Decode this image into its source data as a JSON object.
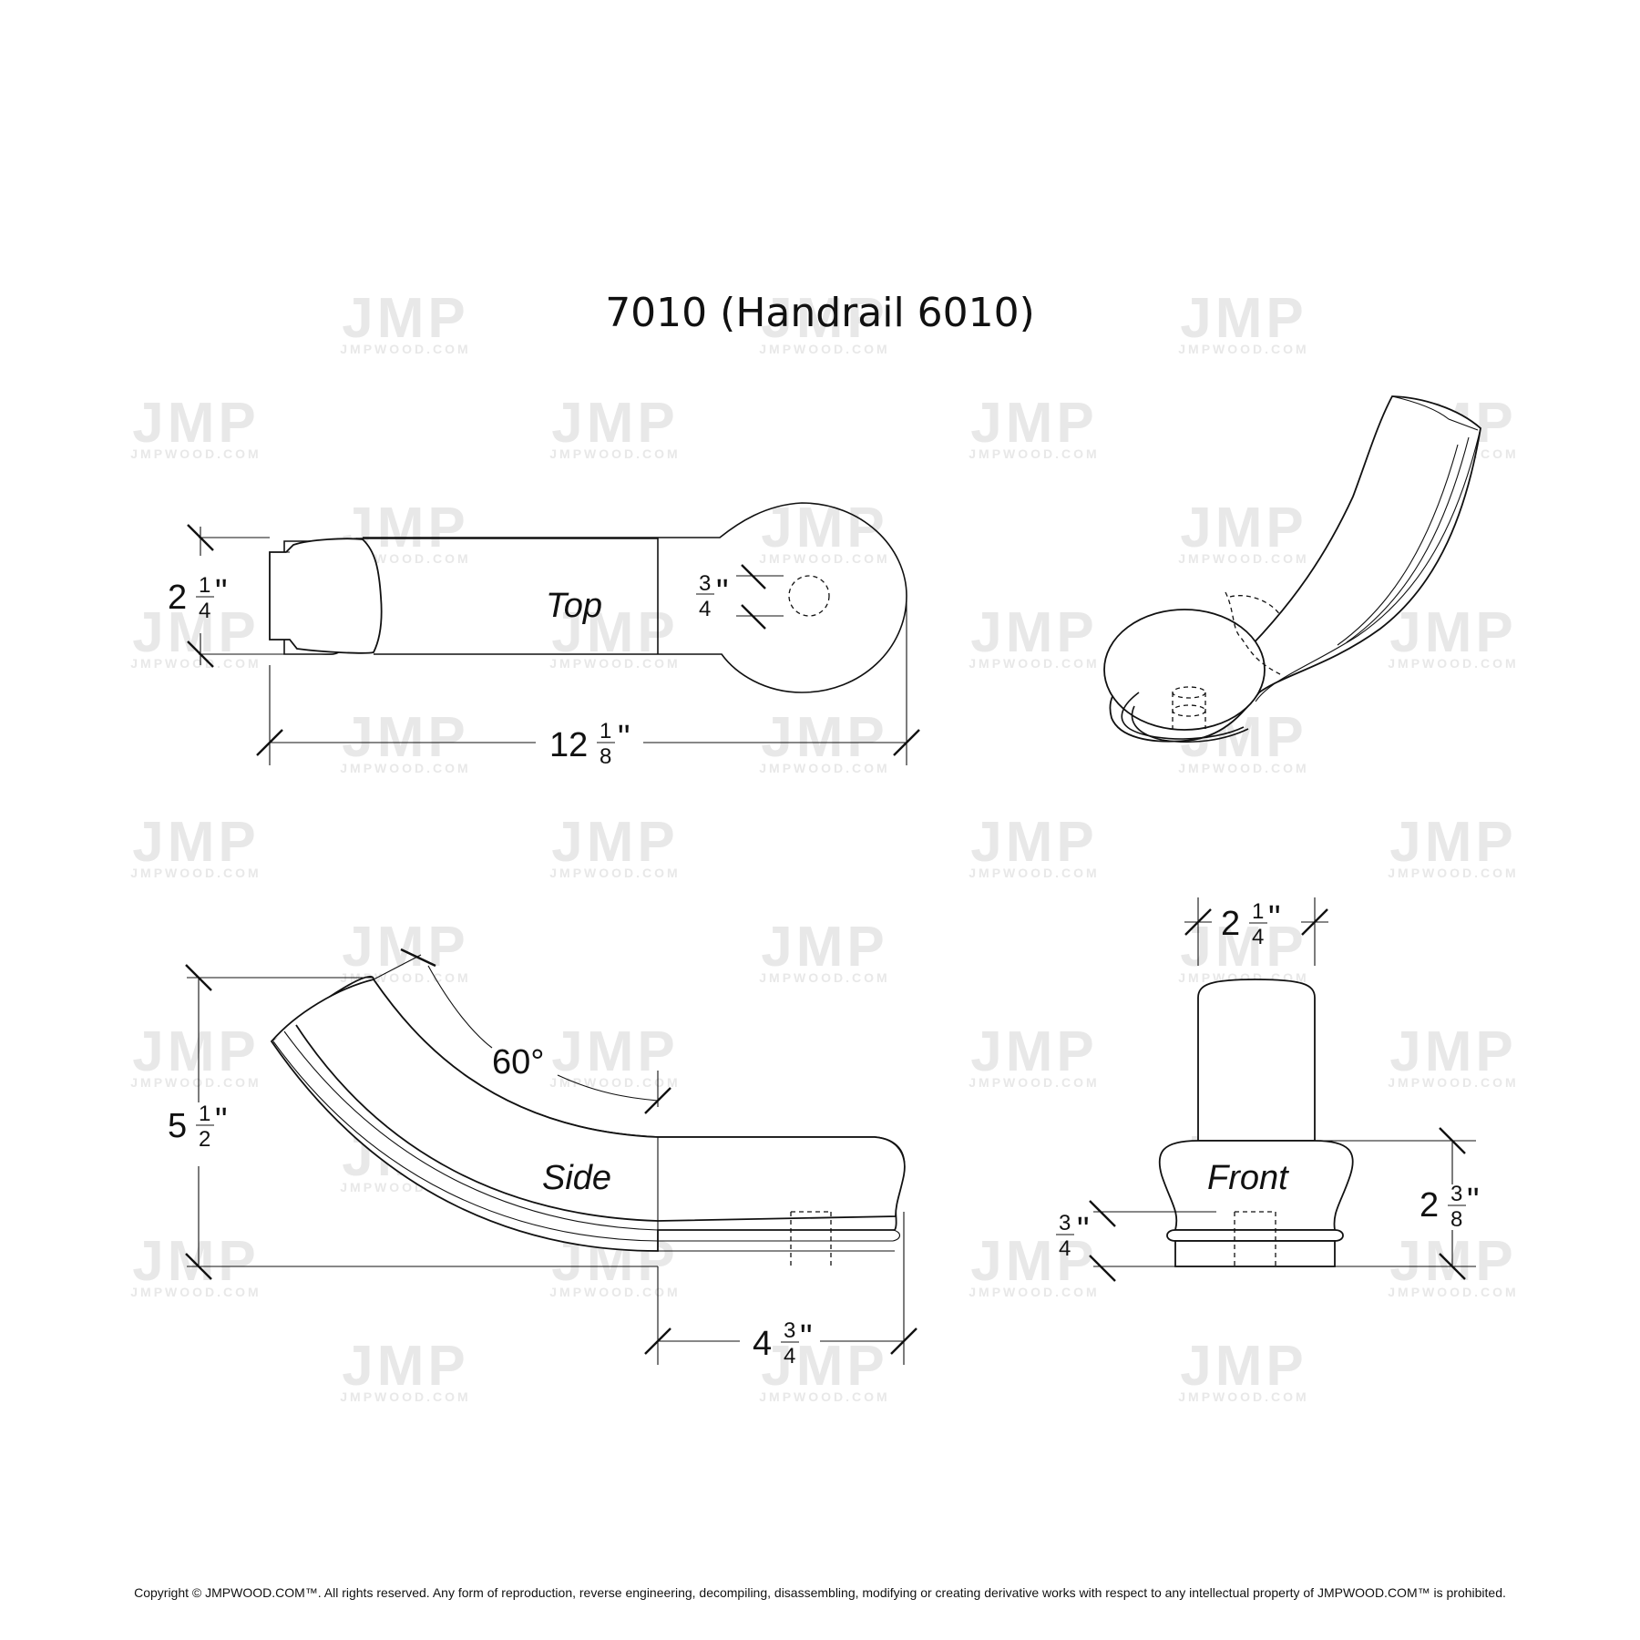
{
  "title": "7010 (Handrail 6010)",
  "watermark": {
    "logo": "JMP",
    "url": "JMPWOOD.COM",
    "color": "#e8e8e8"
  },
  "views": {
    "top": "Top",
    "side": "Side",
    "front": "Front"
  },
  "dimensions": {
    "top_width": {
      "whole": "2",
      "num": "1",
      "den": "4",
      "unit": "\""
    },
    "top_hole": {
      "num": "3",
      "den": "4",
      "unit": "\""
    },
    "top_length": {
      "whole": "12",
      "num": "1",
      "den": "8",
      "unit": "\""
    },
    "side_height": {
      "whole": "5",
      "num": "1",
      "den": "2",
      "unit": "\""
    },
    "side_angle": "60°",
    "side_length": {
      "whole": "4",
      "num": "3",
      "den": "4",
      "unit": "\""
    },
    "front_width": {
      "whole": "2",
      "num": "1",
      "den": "4",
      "unit": "\""
    },
    "front_height": {
      "whole": "2",
      "num": "3",
      "den": "8",
      "unit": "\""
    },
    "front_base": {
      "num": "3",
      "den": "4",
      "unit": "\""
    }
  },
  "copyright": "Copyright © JMPWOOD.COM™. All rights reserved. Any form of reproduction, reverse engineering, decompiling, disassembling, modifying or creating derivative works with respect to any intellectual property of JMPWOOD.COM™ is prohibited."
}
